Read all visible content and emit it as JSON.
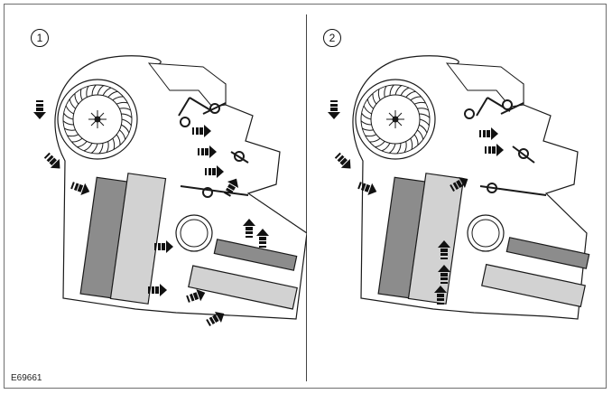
{
  "figure": {
    "code": "E69661",
    "panels": [
      {
        "label": "1",
        "mode": "heater-blend-open"
      },
      {
        "label": "2",
        "mode": "heater-blend-closed"
      }
    ],
    "colors": {
      "outline": "#1a1a1a",
      "dark_core": "#8c8c8c",
      "light_core": "#d2d2d2",
      "arrow": "#111111",
      "background": "#ffffff"
    }
  }
}
